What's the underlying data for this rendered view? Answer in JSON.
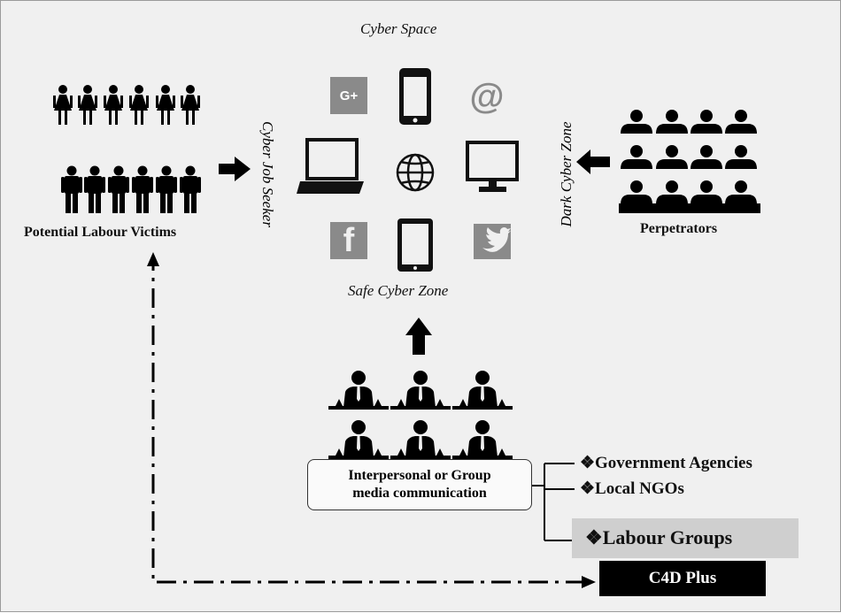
{
  "labels": {
    "cyber_space": "Cyber Space",
    "potential_victims": "Potential Labour Victims",
    "cyber_job_seeker": "Cyber Job Seeker",
    "dark_cyber_zone": "Dark Cyber Zone",
    "perpetrators": "Perpetrators",
    "safe_cyber_zone": "Safe Cyber Zone",
    "communication_line1": "Interpersonal or Group",
    "communication_line2": "media communication",
    "c4d_plus": "C4D Plus"
  },
  "stakeholders": [
    {
      "label": "❖Government Agencies"
    },
    {
      "label": "❖Local NGOs"
    },
    {
      "label": "❖Labour  Groups"
    }
  ],
  "icons": {
    "google_plus": "G+",
    "at": "@",
    "facebook": "f"
  },
  "colors": {
    "background": "#f0f0f0",
    "icon_dark": "#111111",
    "icon_gray": "#8a8a8a",
    "box_gray": "#cfcfcf"
  }
}
